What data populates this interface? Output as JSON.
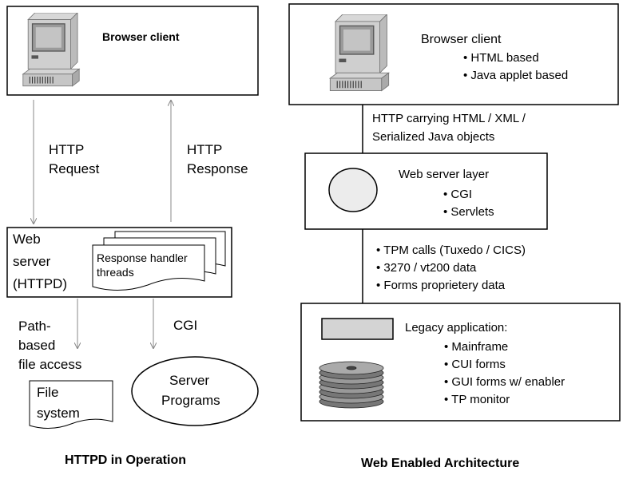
{
  "left": {
    "browser_client": "Browser client",
    "http_request": [
      "HTTP",
      "Request"
    ],
    "http_response": [
      "HTTP",
      "Response"
    ],
    "web_server": [
      "Web",
      "server",
      "(HTTPD)"
    ],
    "response_handler": [
      "Response handler",
      "threads"
    ],
    "path_access": [
      "Path-",
      "based",
      "file access"
    ],
    "cgi": "CGI",
    "file_system": [
      "File",
      "system"
    ],
    "server_programs": [
      "Server",
      "Programs"
    ],
    "caption": "HTTPD in Operation"
  },
  "right": {
    "browser_client": "Browser client",
    "browser_items": [
      "HTML based",
      "Java applet based"
    ],
    "http_carrying": [
      "HTTP carrying HTML / XML /",
      "Serialized Java objects"
    ],
    "web_server_layer": "Web server layer",
    "web_server_items": [
      "CGI",
      "Servlets"
    ],
    "connection_items": [
      "TPM calls (Tuxedo / CICS)",
      "3270 / vt200 data",
      "Forms proprietery data"
    ],
    "legacy_title": "Legacy application:",
    "legacy_items": [
      "Mainframe",
      "CUI forms",
      "GUI forms w/ enabler",
      "TP monitor"
    ],
    "caption": "Web Enabled Architecture"
  }
}
